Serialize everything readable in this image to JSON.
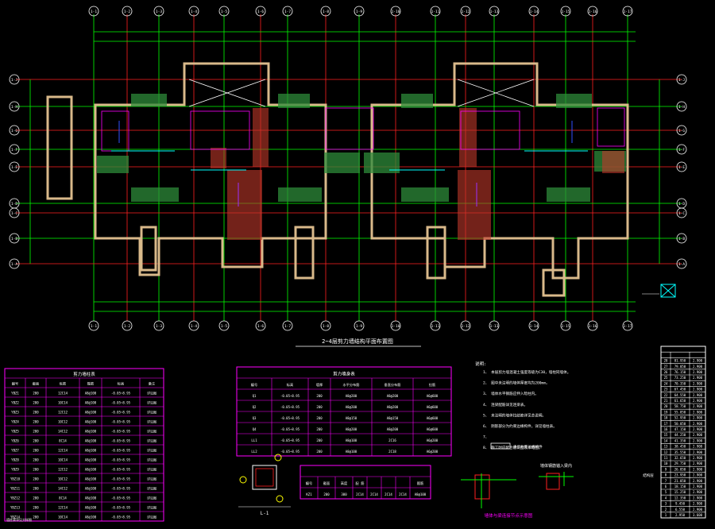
{
  "drawing": {
    "title": "2~4层剪力墙结构平面布置图",
    "grid_top": [
      "1-1",
      "1-2",
      "1-3",
      "1-4",
      "1-5",
      "1-6",
      "1-7",
      "1-8",
      "1-9",
      "1-10",
      "1-11",
      "1-12",
      "1-13",
      "1-14",
      "1-15",
      "1-16",
      "1-17"
    ],
    "grid_bottom": [
      "1-1",
      "1-2",
      "1-3",
      "1-4",
      "1-5",
      "1-6",
      "1-7",
      "1-8",
      "1-9",
      "1-10",
      "1-11",
      "1-12",
      "1-13",
      "1-14",
      "1-15",
      "1-16",
      "1-17"
    ],
    "grid_left": [
      "1-J",
      "1-H",
      "1-G",
      "1-F",
      "1-E",
      "1-D",
      "1-C",
      "1-B",
      "1-A"
    ],
    "grid_right": [
      "1-J",
      "1-H",
      "1-G",
      "1-F",
      "1-E",
      "1-D",
      "1-C",
      "1-B",
      "1-A"
    ]
  },
  "table_left": {
    "title": "剪力墙柱表",
    "headers": [
      "编号",
      "截面",
      "纵筋",
      "箍筋",
      "标高",
      "备注"
    ],
    "rows": [
      [
        "YBZ1",
        "200",
        "12C14",
        "A8@100",
        "-0.05~8.95",
        "详见图"
      ],
      [
        "YBZ2",
        "200",
        "10C14",
        "A8@100",
        "-0.05~8.95",
        "详见图"
      ],
      [
        "YBZ3",
        "200",
        "12C12",
        "A8@100",
        "-0.05~8.95",
        "详见图"
      ],
      [
        "YBZ4",
        "200",
        "10C12",
        "A8@100",
        "-0.05~8.95",
        "详见图"
      ],
      [
        "YBZ5",
        "200",
        "14C12",
        "A8@100",
        "-0.05~8.95",
        "详见图"
      ],
      [
        "YBZ6",
        "200",
        "8C14",
        "A8@100",
        "-0.05~8.95",
        "详见图"
      ],
      [
        "YBZ7",
        "200",
        "12C14",
        "A8@100",
        "-0.05~8.95",
        "详见图"
      ],
      [
        "YBZ8",
        "200",
        "10C14",
        "A8@100",
        "-0.05~8.95",
        "详见图"
      ],
      [
        "YBZ9",
        "200",
        "12C12",
        "A8@100",
        "-0.05~8.95",
        "详见图"
      ],
      [
        "YBZ10",
        "200",
        "10C12",
        "A8@100",
        "-0.05~8.95",
        "详见图"
      ],
      [
        "YBZ11",
        "200",
        "14C12",
        "A8@100",
        "-0.05~8.95",
        "详见图"
      ],
      [
        "YBZ12",
        "200",
        "8C14",
        "A8@100",
        "-0.05~8.95",
        "详见图"
      ],
      [
        "YBZ13",
        "200",
        "12C14",
        "A8@100",
        "-0.05~8.95",
        "详见图"
      ],
      [
        "YBZ14",
        "200",
        "10C14",
        "A8@100",
        "-0.05~8.95",
        "详见图"
      ]
    ],
    "footer": "墙柱表详见大样图"
  },
  "table_mid": {
    "title": "剪力墙身表",
    "headers": [
      "编号",
      "标高",
      "墙厚",
      "水平分布筋",
      "垂直分布筋",
      "拉筋"
    ],
    "rows": [
      [
        "Q1",
        "-0.05~8.95",
        "200",
        "A8@200",
        "A8@200",
        "A6@600"
      ],
      [
        "Q2",
        "-0.05~8.95",
        "200",
        "A8@200",
        "A8@200",
        "A6@600"
      ],
      [
        "Q3",
        "-0.05~8.95",
        "200",
        "A8@150",
        "A8@150",
        "A6@600"
      ],
      [
        "Q4",
        "-0.05~8.95",
        "200",
        "A8@200",
        "A8@200",
        "A6@600"
      ],
      [
        "LL1",
        "-0.05~8.95",
        "200",
        "A8@100",
        "2C16",
        "A6@200"
      ],
      [
        "LL2",
        "-0.05~8.95",
        "200",
        "A8@100",
        "2C18",
        "A6@200"
      ]
    ]
  },
  "table_small": {
    "headers": [
      "编号",
      "截面",
      "高度",
      "配 筋",
      "",
      "",
      "",
      "箍筋"
    ],
    "row": [
      "KZ1",
      "200",
      "300",
      "2C14",
      "2C14",
      "2C14",
      "2C14",
      "A8@100"
    ]
  },
  "notes": {
    "heading": "说明:",
    "items": [
      "1、 本层剪力墙混凝土强度等级为C30，墙柱同墙体。",
      "2、 图中未注明的墙体厚度均为200mm。",
      "3、 墙体水平钢筋应伸入暗柱内。",
      "4、 连梁配筋详见连梁表。",
      "5、 未注明的墙体拉结筋详见总说明。",
      "6、 阴影部分为约束边缘构件，详见墙柱表。",
      "7、",
      "8、 施工时应配合建筑图及水电图。"
    ],
    "legend_label": "表示约束边缘构件"
  },
  "table_right": {
    "title": "层高表",
    "rows": [
      [
        "28",
        "81.950",
        "2.900"
      ],
      [
        "27",
        "79.050",
        "2.900"
      ],
      [
        "26",
        "76.150",
        "2.900"
      ],
      [
        "25",
        "73.250",
        "2.900"
      ],
      [
        "24",
        "70.350",
        "2.900"
      ],
      [
        "23",
        "67.450",
        "2.900"
      ],
      [
        "22",
        "64.550",
        "2.900"
      ],
      [
        "21",
        "61.650",
        "2.900"
      ],
      [
        "20",
        "58.750",
        "2.900"
      ],
      [
        "19",
        "55.850",
        "2.900"
      ],
      [
        "18",
        "52.950",
        "2.900"
      ],
      [
        "17",
        "50.050",
        "2.900"
      ],
      [
        "16",
        "47.150",
        "2.900"
      ],
      [
        "15",
        "44.250",
        "2.900"
      ],
      [
        "14",
        "41.350",
        "2.900"
      ],
      [
        "13",
        "38.450",
        "2.900"
      ],
      [
        "12",
        "35.550",
        "2.900"
      ],
      [
        "11",
        "32.650",
        "2.900"
      ],
      [
        "10",
        "29.750",
        "2.900"
      ],
      [
        "9",
        "26.850",
        "2.900"
      ],
      [
        "8",
        "23.950",
        "2.900"
      ],
      [
        "7",
        "21.050",
        "2.900"
      ],
      [
        "6",
        "18.150",
        "2.900"
      ],
      [
        "5",
        "15.250",
        "2.900"
      ],
      [
        "4",
        "12.350",
        "2.900"
      ],
      [
        "3",
        "9.450",
        "2.900"
      ],
      [
        "2",
        "6.550",
        "2.900"
      ],
      [
        "1",
        "2.950",
        "3.600"
      ]
    ],
    "side_label": "结构层"
  },
  "details": {
    "detail1_label": "L-1",
    "detail2_caption": "墙体与梁连接节点示意图",
    "detail2_note": "墙体钢筋锚入梁内"
  },
  "colors": {
    "background": "#000000",
    "grid_red": "#ff2020",
    "grid_green": "#00ff00",
    "wall_tan": "#d9b98a",
    "hatch_green": "#2e8b3a",
    "hatch_red": "#c0392b",
    "table_magenta": "#ff00ff",
    "text_white": "#ffffff",
    "cyan": "#00ffff",
    "blue": "#3050ff",
    "purple": "#9b30ff",
    "yellow": "#ffff00"
  }
}
